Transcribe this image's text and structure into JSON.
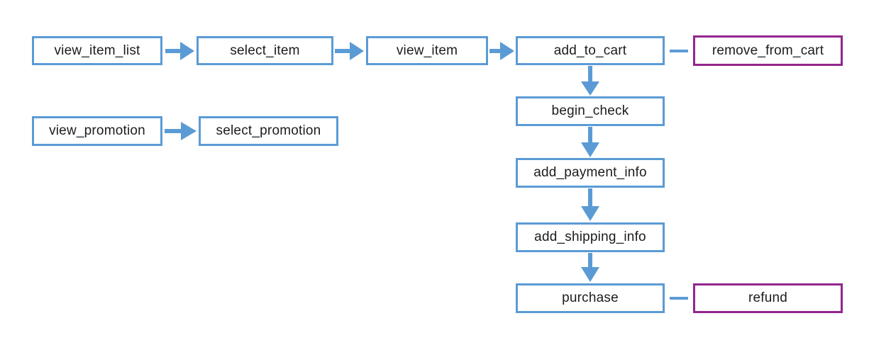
{
  "diagram": {
    "type": "flowchart",
    "description": "E-commerce event flow",
    "colors": {
      "primary": "#5B9BD5",
      "secondary": "#93268F",
      "node_fill": "#ffffff",
      "text": "#1c1c1c",
      "background": "#ffffff"
    },
    "nodes": [
      {
        "id": "view_item_list",
        "label": "view_item_list",
        "border": "blue"
      },
      {
        "id": "select_item",
        "label": "select_item",
        "border": "blue"
      },
      {
        "id": "view_item",
        "label": "view_item",
        "border": "blue"
      },
      {
        "id": "add_to_cart",
        "label": "add_to_cart",
        "border": "blue"
      },
      {
        "id": "remove_from_cart",
        "label": "remove_from_cart",
        "border": "purple"
      },
      {
        "id": "view_promotion",
        "label": "view_promotion",
        "border": "blue"
      },
      {
        "id": "select_promotion",
        "label": "select_promotion",
        "border": "blue"
      },
      {
        "id": "begin_check",
        "label": "begin_check",
        "border": "blue"
      },
      {
        "id": "add_payment_info",
        "label": "add_payment_info",
        "border": "blue"
      },
      {
        "id": "add_shipping_info",
        "label": "add_shipping_info",
        "border": "blue"
      },
      {
        "id": "purchase",
        "label": "purchase",
        "border": "blue"
      },
      {
        "id": "refund",
        "label": "refund",
        "border": "purple"
      }
    ],
    "edges": [
      {
        "from": "view_item_list",
        "to": "select_item",
        "type": "arrow"
      },
      {
        "from": "select_item",
        "to": "view_item",
        "type": "arrow"
      },
      {
        "from": "view_item",
        "to": "add_to_cart",
        "type": "arrow"
      },
      {
        "from": "add_to_cart",
        "to": "remove_from_cart",
        "type": "line"
      },
      {
        "from": "view_promotion",
        "to": "select_promotion",
        "type": "arrow"
      },
      {
        "from": "add_to_cart",
        "to": "begin_check",
        "type": "arrow"
      },
      {
        "from": "begin_check",
        "to": "add_payment_info",
        "type": "arrow"
      },
      {
        "from": "add_payment_info",
        "to": "add_shipping_info",
        "type": "arrow"
      },
      {
        "from": "add_shipping_info",
        "to": "purchase",
        "type": "arrow"
      },
      {
        "from": "purchase",
        "to": "refund",
        "type": "line"
      }
    ]
  }
}
